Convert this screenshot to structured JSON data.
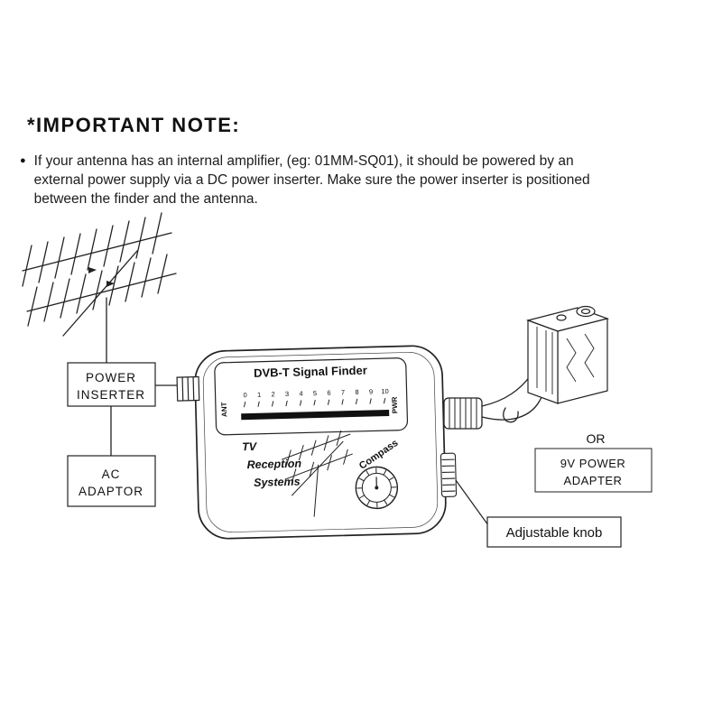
{
  "note": {
    "bullet": "●",
    "title": "*IMPORTANT NOTE:",
    "lines": [
      "If your antenna has an internal amplifier, (eg: 01MM-SQ01), it should be powered by an",
      "external power supply via a DC power inserter. Make sure the power inserter is positioned",
      "between the finder and the antenna."
    ]
  },
  "diagram": {
    "power_inserter_box": {
      "line1": "POWER",
      "line2": "INSERTER"
    },
    "ac_adaptor_box": {
      "line1": "AC",
      "line2": "ADAPTOR"
    },
    "or_label": "OR",
    "power_adapter_box": {
      "line1": "9V POWER",
      "line2": "ADAPTER"
    },
    "adjustable_knob_label": "Adjustable knob",
    "device": {
      "title": "DVB-T Signal Finder",
      "ant_label": "ANT",
      "pwr_label": "PWR",
      "scale": [
        "0",
        "1",
        "2",
        "3",
        "4",
        "5",
        "6",
        "7",
        "8",
        "9",
        "10"
      ],
      "brand_lines": [
        "TV",
        "Reception",
        "Systems"
      ],
      "compass_label": "Compass"
    },
    "colors": {
      "ink": "#1a1a1a",
      "background": "#ffffff"
    }
  }
}
